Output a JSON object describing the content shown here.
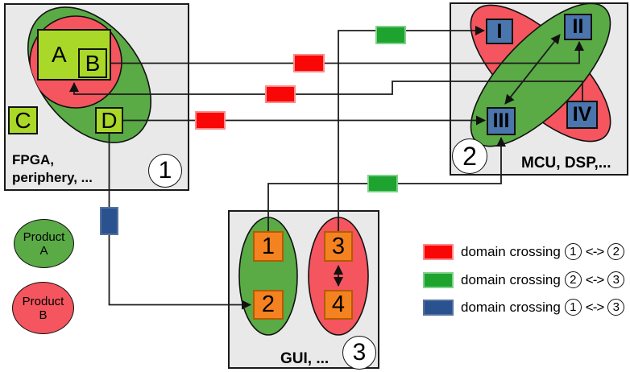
{
  "colors": {
    "canvas_bg": "#ffffff",
    "domain_bg": "#e9e9e9",
    "product_a_green": "#5aaa46",
    "product_b_red": "#f4555e",
    "fpga_node_green": "#aad828",
    "mcu_node_blue": "#4a76ad",
    "gui_node_orange": "#f58220",
    "crossing_red": "#f90606",
    "crossing_red_border": "#fd8a8a",
    "crossing_green": "#1da32e",
    "crossing_green_border": "#7ed28a",
    "crossing_blue": "#2a528f",
    "crossing_blue_border": "#56719c",
    "line": "#1c1c1c"
  },
  "domain1": {
    "name_line1": "FPGA,",
    "name_line2": "periphery, ...",
    "number": "1"
  },
  "domain2": {
    "name": "MCU, DSP,...",
    "number": "2"
  },
  "domain3": {
    "name": "GUI, ...",
    "number": "3"
  },
  "nodes": {
    "a": "A",
    "b": "B",
    "c": "C",
    "d": "D",
    "i": "I",
    "ii": "II",
    "iii": "III",
    "iv": "IV",
    "n1": "1",
    "n2": "2",
    "n3": "3",
    "n4": "4"
  },
  "products": {
    "a": {
      "line1": "Product",
      "line2": "A"
    },
    "b": {
      "line1": "Product",
      "line2": "B"
    }
  },
  "legend": {
    "rows": [
      {
        "label": "domain crossing",
        "from": "1",
        "arrow": "<->",
        "to": "2",
        "color": "#f90606"
      },
      {
        "label": "domain crossing",
        "from": "2",
        "arrow": "<->",
        "to": "3",
        "color": "#1da32e"
      },
      {
        "label": "domain crossing",
        "from": "1",
        "arrow": "<->",
        "to": "3",
        "color": "#2a528f"
      }
    ]
  }
}
